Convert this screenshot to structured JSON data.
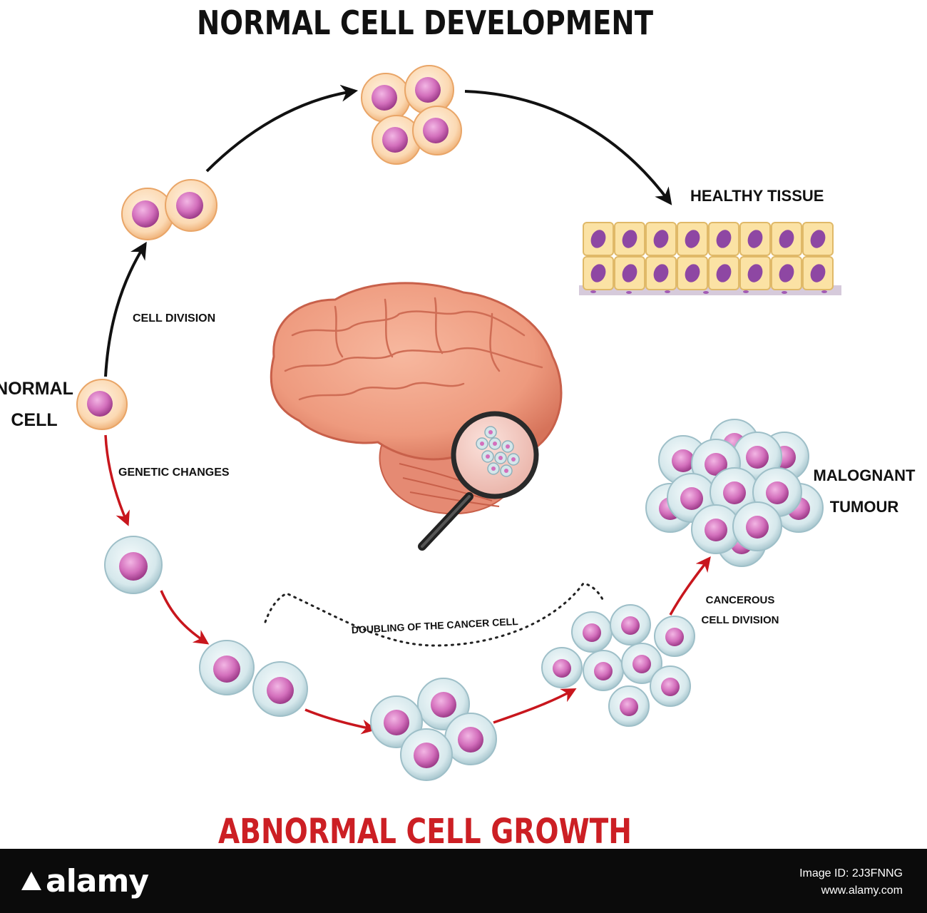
{
  "title_top": "NORMAL CELL DEVELOPMENT",
  "title_bottom": "ABNORMAL CELL GROWTH",
  "labels": {
    "normal_cell_line1": "NORMAL",
    "normal_cell_line2": "CELL",
    "cell_division": "CELL DIVISION",
    "genetic_changes": "GENETIC CHANGES",
    "healthy_tissue": "HEALTHY TISSUE",
    "malignant_line1": "MALOGNANT",
    "malignant_line2": "TUMOUR",
    "doubling": "DOUBLING OF THE CANCER CELL",
    "cancerous_line1": "CANCEROUS",
    "cancerous_line2": "CELL DIVISION"
  },
  "footer": {
    "logo": "alamy",
    "image_id": "Image ID: 2J3FNNG",
    "site": "www.alamy.com"
  },
  "colors": {
    "normal_arrow": "#111111",
    "abnormal_arrow": "#c8161d",
    "abnormal_title": "#cc1f24",
    "normal_cell_membrane": "#fbd9b3",
    "cancer_cell_membrane": "#d4e6ea",
    "nucleus": "#d36fbc"
  }
}
